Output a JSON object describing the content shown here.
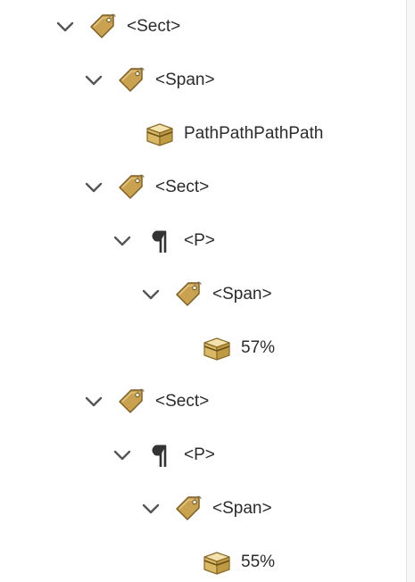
{
  "tree": {
    "nodes": [
      {
        "kind": "tag",
        "label": "<Sect>"
      },
      {
        "kind": "tag",
        "label": "<Span>"
      },
      {
        "kind": "content",
        "label": "PathPathPathPath"
      },
      {
        "kind": "tag",
        "label": "<Sect>"
      },
      {
        "kind": "paragraph",
        "label": "<P>"
      },
      {
        "kind": "tag",
        "label": "<Span>"
      },
      {
        "kind": "content",
        "label": "57%"
      },
      {
        "kind": "tag",
        "label": "<Sect>"
      },
      {
        "kind": "paragraph",
        "label": "<P>"
      },
      {
        "kind": "tag",
        "label": "<Span>"
      },
      {
        "kind": "content",
        "label": "55%"
      }
    ]
  },
  "icons": {
    "tag": "tag-icon",
    "paragraph": "pilcrow-icon",
    "content": "content-box-icon",
    "expand": "chevron-down-icon"
  },
  "colors": {
    "tag_fill": "#c9a24f",
    "tag_dark": "#7a5a1e",
    "box_fill": "#e8cf8a",
    "box_dark": "#8a6a26",
    "chevron": "#555555",
    "text": "#2b2b2b"
  }
}
